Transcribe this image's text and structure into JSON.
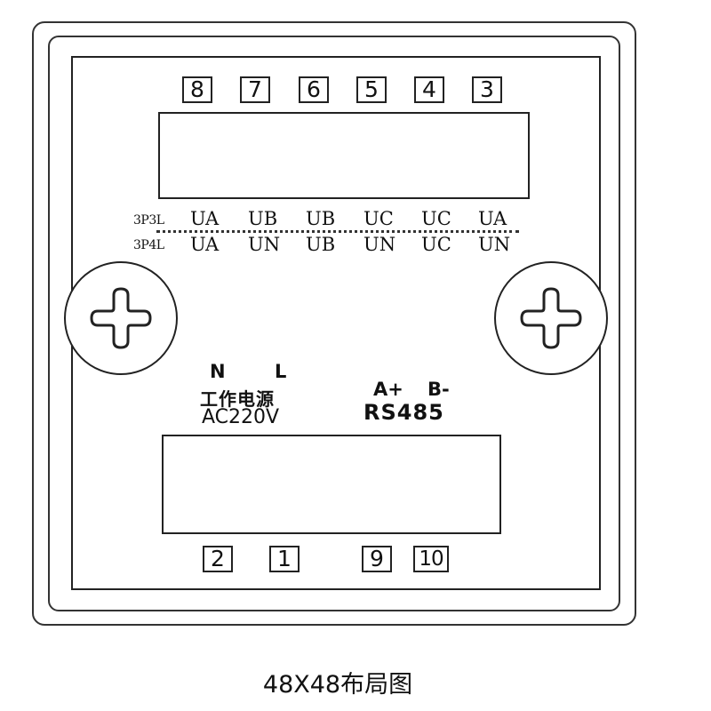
{
  "terminals_top": [
    "8",
    "7",
    "6",
    "5",
    "4",
    "3"
  ],
  "terminals_bottom": [
    "2",
    "1",
    "9",
    "10"
  ],
  "wiring": {
    "row_3p3l": {
      "label": "3P3L",
      "values": [
        "UA",
        "UB",
        "UB",
        "UC",
        "UC",
        "UA"
      ]
    },
    "row_3p4l": {
      "label": "3P4L",
      "values": [
        "UA",
        "UN",
        "UB",
        "UN",
        "UC",
        "UN"
      ]
    }
  },
  "power": {
    "n_label": "N",
    "l_label": "L",
    "title": "工作电源",
    "voltage": "AC220V"
  },
  "rs485": {
    "a_label": "A+",
    "b_label": "B-",
    "title": "RS485"
  },
  "caption": "48X48布局图",
  "icons": [
    "screw-left-icon",
    "screw-right-icon"
  ],
  "colors": {
    "line": "#222222",
    "background": "#ffffff"
  }
}
